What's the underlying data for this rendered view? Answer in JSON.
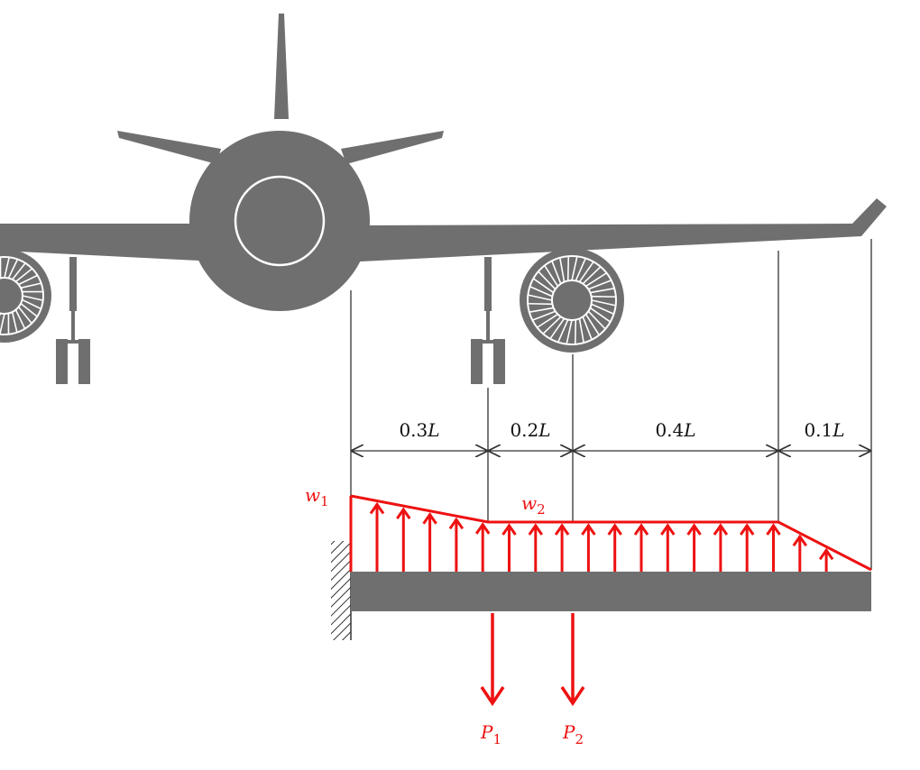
{
  "colors": {
    "aircraft": "#6f6f6f",
    "load": "#ee1111",
    "dimension": "#333333",
    "background": "#ffffff"
  },
  "dimensions": {
    "segments": [
      {
        "value": "0.3",
        "unit": "L"
      },
      {
        "value": "0.2",
        "unit": "L"
      },
      {
        "value": "0.4",
        "unit": "L"
      },
      {
        "value": "0.1",
        "unit": "L"
      }
    ]
  },
  "loads": {
    "w1": {
      "base": "w",
      "sub": "1"
    },
    "w2": {
      "base": "w",
      "sub": "2"
    },
    "p1": {
      "base": "P",
      "sub": "1"
    },
    "p2": {
      "base": "P",
      "sub": "2"
    }
  }
}
